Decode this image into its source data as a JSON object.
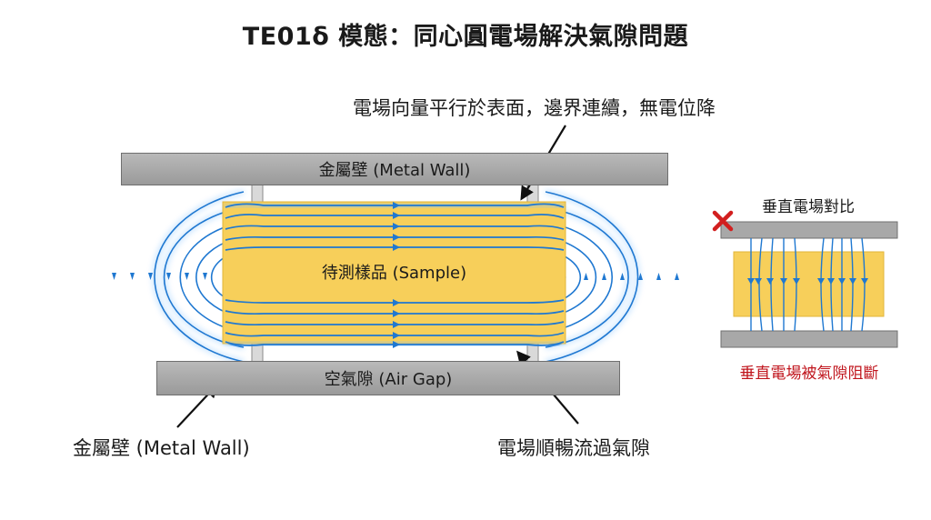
{
  "title": "TE01δ 模態：同心圓電場解決氣隙問題",
  "labels": {
    "top_callout": "電場向量平行於表面，邊界連續，無電位降",
    "top_wall": "金屬壁 (Metal Wall)",
    "sample": "待測樣品 (Sample)",
    "bottom_wall": "空氣隙 (Air Gap)",
    "left_callout": "金屬壁 (Metal Wall)",
    "right_callout": "電場順暢流過氣隙",
    "comparison_title": "垂直電場對比",
    "comparison_caption": "垂直電場被氣隙阻斷"
  },
  "icons": {
    "cross": "cross-icon"
  },
  "colors": {
    "field_line": "#1f78d1",
    "sample_fill": "#f7cf5a",
    "wall_fill": "#a8a8a8",
    "caption_red": "#c0141c"
  }
}
